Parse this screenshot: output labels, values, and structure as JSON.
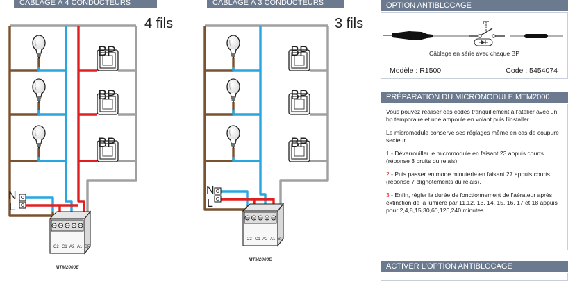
{
  "left_diagram": {
    "header": "CABLAGE À 4 CONDUCTEURS",
    "wires_label": "4 fils",
    "bp_labels": [
      "BP",
      "BP",
      "BP"
    ],
    "n_label": "N",
    "l_label": "L",
    "terminal_labels": [
      "C2",
      "C1",
      "A2",
      "A1",
      "BP"
    ],
    "module_label": "MTM2000E"
  },
  "right_diagram": {
    "header": "CABLAGE À 3 CONDUCTEURS",
    "wires_label": "3 fils",
    "bp_labels": [
      "BP",
      "BP",
      "BP"
    ],
    "n_label": "N",
    "l_label": "L",
    "terminal_labels": [
      "C2",
      "C1",
      "A2",
      "A1",
      "BP"
    ],
    "module_label": "MTM2000E"
  },
  "option_antiblocage": {
    "header": "OPTION ANTIBLOCAGE",
    "caption": "Câblage en série avec chaque BP",
    "model": "Modèle : R1500",
    "code": "Code : 5454074"
  },
  "preparation": {
    "header": "PRÉPARATION DU MICROMODULE MTM2000",
    "intro": "Vous pouvez réaliser ces codes tranquillement à l'atelier avec un bp temporaire et une ampoule en volant puis l'installer.",
    "memory": "Le micromodule conserve ses réglages même en cas de coupure secteur.",
    "steps": [
      {
        "num": "1",
        "text": " - Déverrouiller le micromodule en faisant 23 appuis courts (réponse 3 bruits du relais)"
      },
      {
        "num": "2",
        "text": " - Puis passer en mode minuterie en faisant 27 appuis courts (réponse 7 clignotements du relais)."
      },
      {
        "num": "3",
        "text": " - Enfin, régler la durée de fonctionnement de l'aérateur après extinction de la lumière par 11,12, 13, 14, 15, 16, 17 et 18 appuis pour 2,4,8,15,30,60,120,240 minutes."
      }
    ]
  },
  "activer": {
    "header": "ACTIVER L'OPTION ANTIBLOCAGE"
  },
  "colors": {
    "header_bg": "#6b7a8f",
    "wire_brown": "#7a5230",
    "wire_blue": "#27a6e0",
    "wire_red": "#e02020",
    "wire_grey": "#a0a0a0"
  }
}
